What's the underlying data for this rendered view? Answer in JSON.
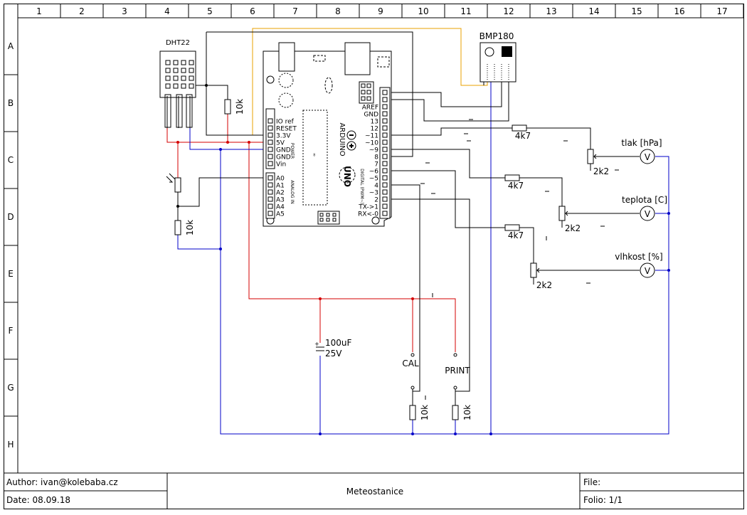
{
  "frame": {
    "columns": [
      "1",
      "2",
      "3",
      "4",
      "5",
      "6",
      "7",
      "8",
      "9",
      "10",
      "11",
      "12",
      "13",
      "14",
      "15",
      "16",
      "17"
    ],
    "rows": [
      "A",
      "B",
      "C",
      "D",
      "E",
      "F",
      "G",
      "H"
    ]
  },
  "title_block": {
    "author": "Author: ivan@kolebaba.cz",
    "date": "Date: 08.09.18",
    "title": "Meteostanice",
    "file": "File:",
    "folio": "Folio: 1/1"
  },
  "components": {
    "dht22": "DHT22",
    "bmp180": "BMP180",
    "r_dht": "10k",
    "r_ldr": "10k",
    "r_cal": "10k",
    "r_print": "10k",
    "cap_value": "100uF",
    "cap_voltage": "25V",
    "btn_cal": "CAL",
    "btn_print": "PRINT",
    "r_4k7_1": "4k7",
    "r_4k7_2": "4k7",
    "r_4k7_3": "4k7",
    "pot_1": "2k2",
    "pot_2": "2k2",
    "pot_3": "2k2",
    "meter_1": "tlak [hPa]",
    "meter_2": "teplota [C]",
    "meter_3": "vlhkost [%]",
    "meter_symbol": "V"
  },
  "arduino": {
    "power_pins": [
      "IO ref",
      "RESET",
      "3.3V",
      "5V",
      "GND",
      "GND",
      "Vin"
    ],
    "power_header": "POWER",
    "analog_pins": [
      "A0",
      "A1",
      "A2",
      "A3",
      "A4",
      "A5"
    ],
    "analog_header": "ANALOG IN",
    "digital_pins": [
      "AREF",
      "GND",
      "13",
      "12",
      "~11",
      "~10",
      "~9",
      "8",
      "7",
      "~6",
      "~5",
      "4",
      "~3",
      "2",
      "TX->1",
      "RX<-0"
    ],
    "digital_header": "DIGITAL (PWM~)",
    "brand": "ARDUINO",
    "model": "UNO"
  },
  "colors": {
    "vcc": "#d40000",
    "gnd": "#0000c8",
    "sda": "#e8a000",
    "signal": "#000000"
  }
}
